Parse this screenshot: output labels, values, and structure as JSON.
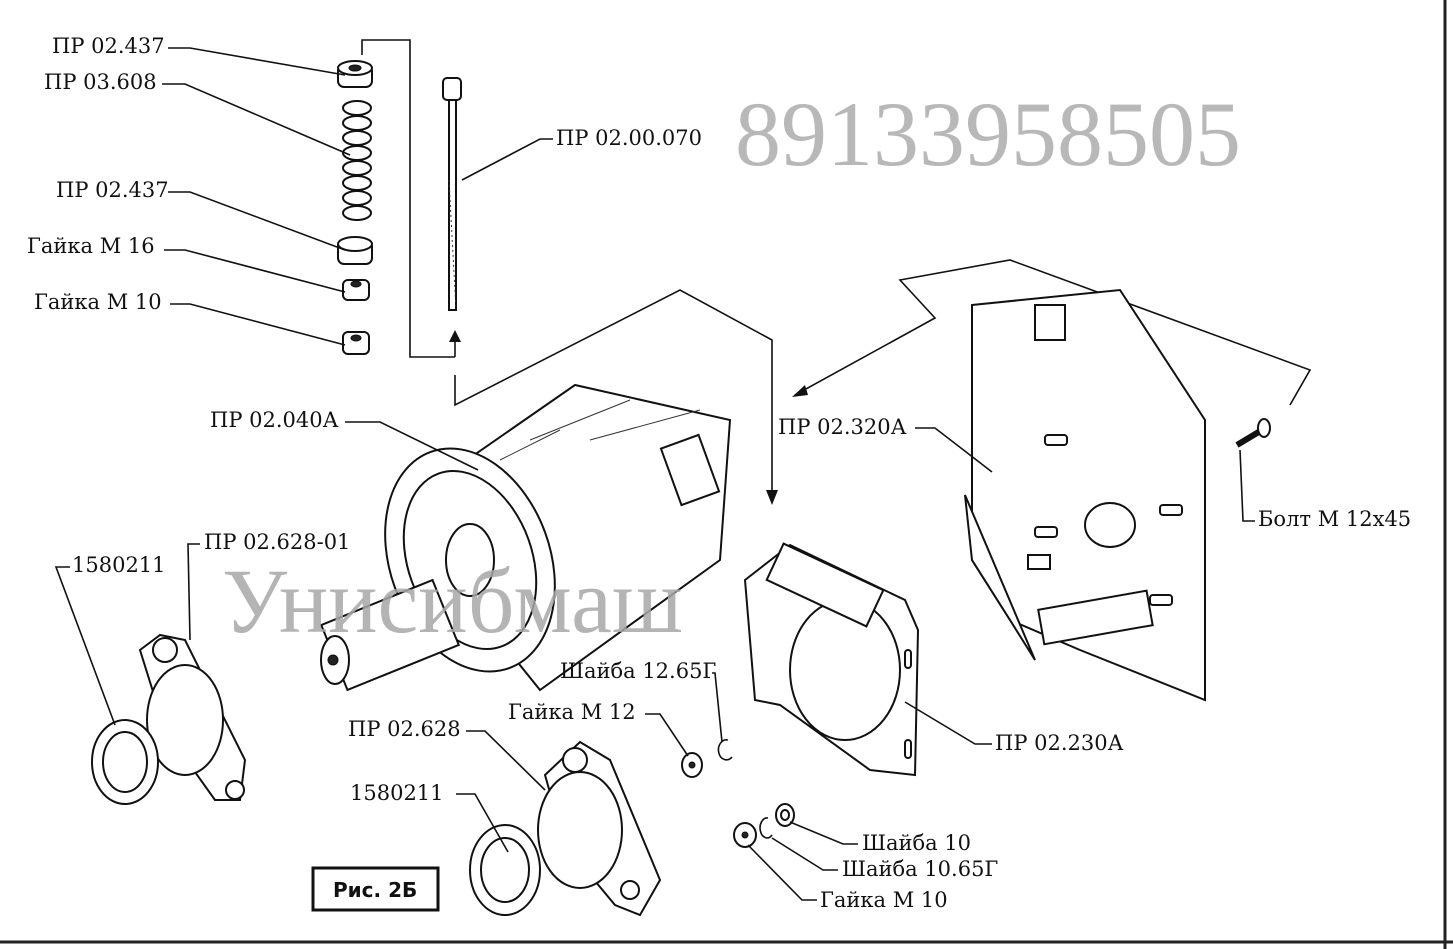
{
  "figure_label": "Рис. 2Б",
  "watermarks": {
    "phone": "89133958505",
    "brand": "Унисибмаш"
  },
  "colors": {
    "ink": "#111111",
    "watermark": "#b0b0b0",
    "background": "#ffffff"
  },
  "labels": {
    "washer_top": "ПР 02.437",
    "spring": "ПР 03.608",
    "washer_bottom": "ПР 02.437",
    "nut_m16": "Гайка М 16",
    "nut_m10_top": "Гайка М 10",
    "rod": "ПР 02.00.070",
    "drum": "ПР 02.040А",
    "side_plate": "ПР 02.320А",
    "bolt": "Болт М 12х45",
    "housing_left": "ПР 02.628-01",
    "bearing_left": "1580211",
    "washer_12": "Шайба 12.65Г",
    "nut_m12": "Гайка М 12",
    "housing_bottom": "ПР 02.628",
    "bearing_bottom": "1580211",
    "flange_plate": "ПР 02.230А",
    "washer_10": "Шайба 10",
    "washer_10_spring": "Шайба 10.65Г",
    "nut_m10_bottom": "Гайка М 10"
  }
}
